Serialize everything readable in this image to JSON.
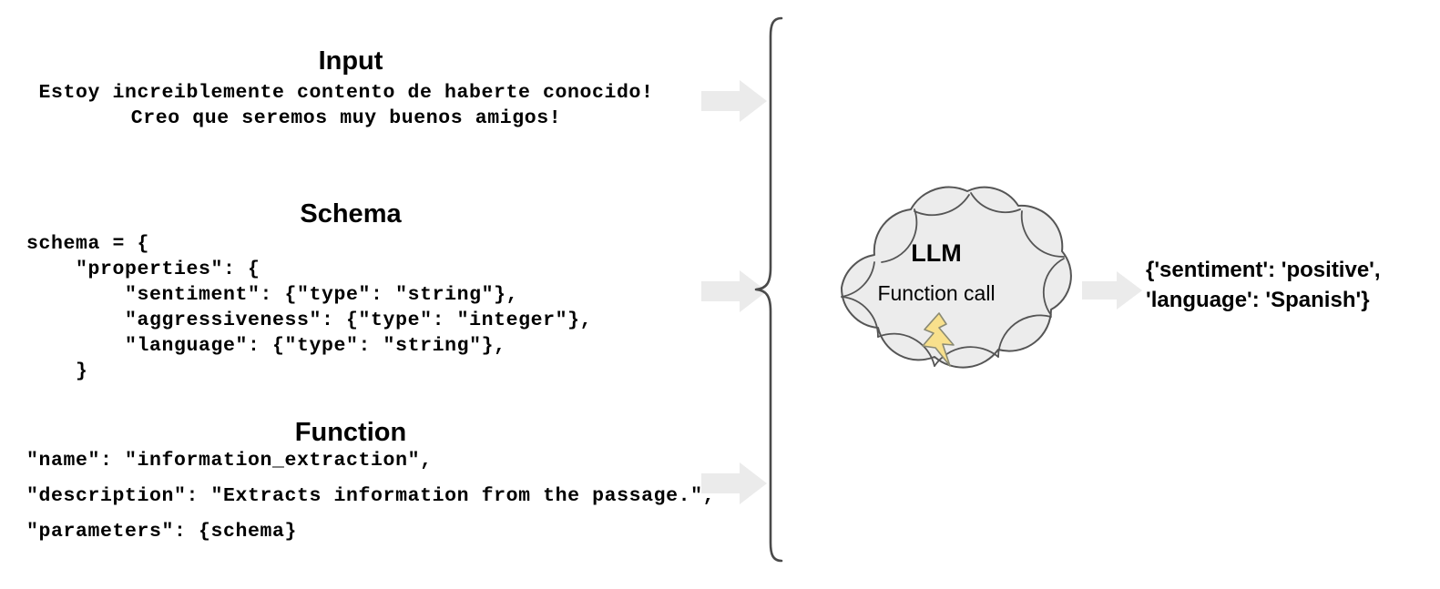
{
  "sections": {
    "input": {
      "heading": "Input",
      "lines": [
        "Estoy increiblemente contento de haberte conocido!",
        "Creo que seremos muy buenos amigos!"
      ]
    },
    "schema": {
      "heading": "Schema",
      "lines": [
        "schema = {",
        "    \"properties\": {",
        "        \"sentiment\": {\"type\": \"string\"},",
        "        \"aggressiveness\": {\"type\": \"integer\"},",
        "        \"language\": {\"type\": \"string\"},",
        "    }"
      ]
    },
    "function": {
      "heading": "Function",
      "lines": [
        "\"name\": \"information_extraction\",",
        "\"description\": \"Extracts information from the passage.\",",
        "\"parameters\": {schema}"
      ]
    }
  },
  "model": {
    "title": "LLM",
    "subtitle": "Function call",
    "bolt_icon": "lightning-bolt-icon"
  },
  "output": {
    "lines": [
      "{'sentiment': 'positive',",
      "'language': 'Spanish'}"
    ]
  },
  "arrows": {
    "input_arrow": "arrow-right-icon",
    "schema_arrow": "arrow-right-icon",
    "function_arrow": "arrow-right-icon",
    "output_arrow": "arrow-right-icon"
  },
  "colors": {
    "arrow_fill": "#ebebeb",
    "cloud_fill": "#ececec",
    "cloud_stroke": "#555555",
    "brace_stroke": "#4a4a4a",
    "bolt_fill": "#f8e08c",
    "bolt_stroke": "#8a8a74",
    "text": "#000000",
    "background": "#ffffff"
  }
}
